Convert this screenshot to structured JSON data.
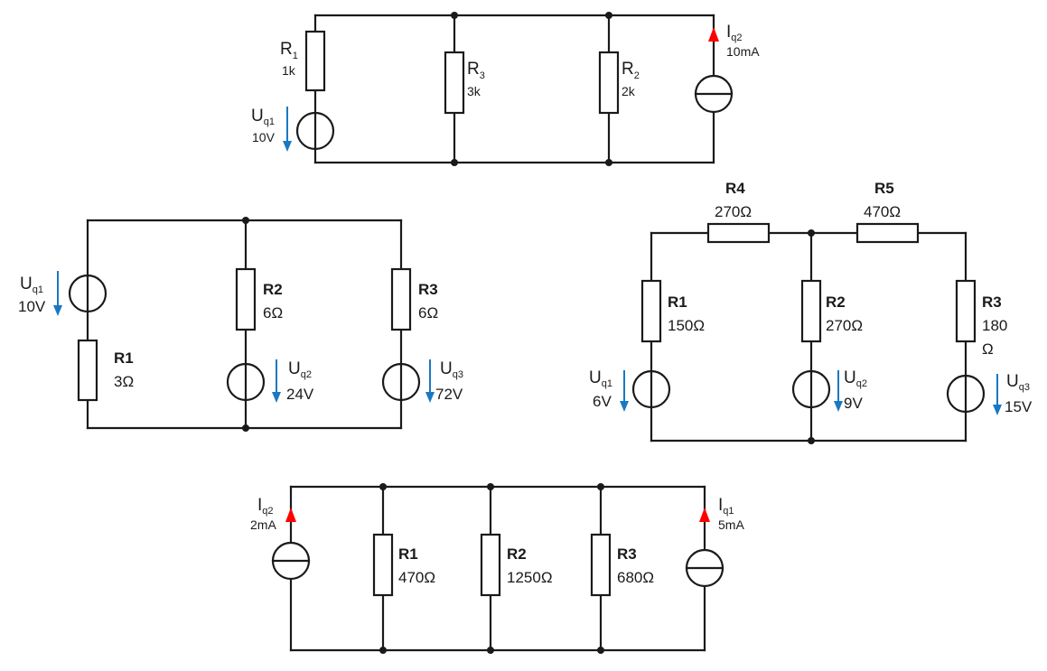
{
  "circuits": {
    "c1": {
      "r1_name": "R",
      "r1_sub": "1",
      "r1_val": "1k",
      "r3_name": "R",
      "r3_sub": "3",
      "r3_val": "3k",
      "r2_name": "R",
      "r2_sub": "2",
      "r2_val": "2k",
      "uq1_name": "U",
      "uq1_sub": "q1",
      "uq1_val": "10V",
      "iq2_name": "I",
      "iq2_sub": "q2",
      "iq2_val": "10mA"
    },
    "c2": {
      "uq1_name": "U",
      "uq1_sub": "q1",
      "uq1_val": "10V",
      "r1_name": "R1",
      "r1_val": "3Ω",
      "r2_name": "R2",
      "r2_val": "6Ω",
      "uq2_name": "U",
      "uq2_sub": "q2",
      "uq2_val": "24V",
      "r3_name": "R3",
      "r3_val": "6Ω",
      "uq3_name": "U",
      "uq3_sub": "q3",
      "uq3_val": "72V"
    },
    "c3": {
      "r4_name": "R4",
      "r4_val": "270Ω",
      "r5_name": "R5",
      "r5_val": "470Ω",
      "r1_name": "R1",
      "r1_val": "150Ω",
      "r2_name": "R2",
      "r2_val": "270Ω",
      "r3_name": "R3",
      "r3_val_line1": "180",
      "r3_val_line2": "Ω",
      "uq1_name": "U",
      "uq1_sub": "q1",
      "uq1_val": "6V",
      "uq2_name": "U",
      "uq2_sub": "q2",
      "uq2_val": "9V",
      "uq3_name": "U",
      "uq3_sub": "q3",
      "uq3_val": "15V"
    },
    "c4": {
      "iq2_name": "I",
      "iq2_sub": "q2",
      "iq2_val": "2mA",
      "r1_name": "R1",
      "r1_val": "470Ω",
      "r2_name": "R2",
      "r2_val": "1250Ω",
      "r3_name": "R3",
      "r3_val": "680Ω",
      "iq1_name": "I",
      "iq1_sub": "q1",
      "iq1_val": "5mA"
    }
  },
  "colors": {
    "wire": "#1a1a1a",
    "voltage_arrow": "#1a78c2",
    "current_arrow": "#ff0000"
  }
}
